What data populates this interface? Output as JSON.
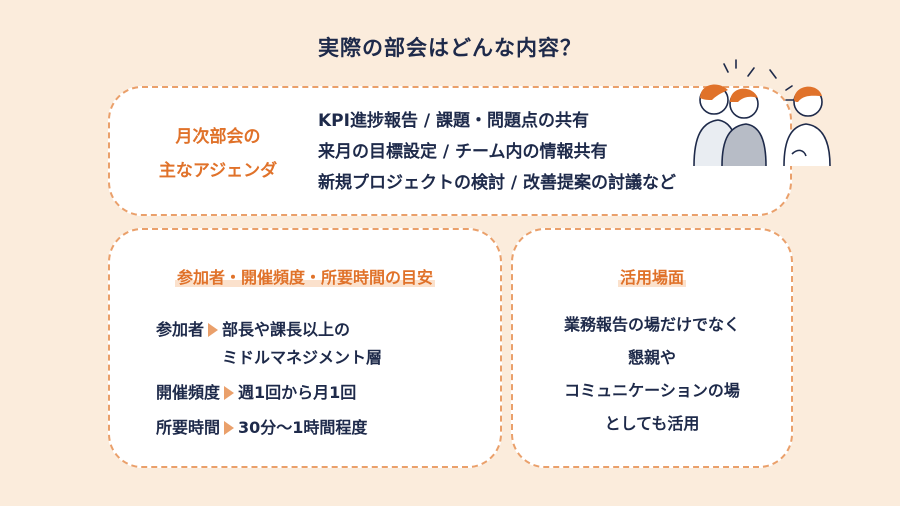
{
  "title": "実際の部会はどんな内容？",
  "agenda": {
    "label_line1": "月次部会の",
    "label_line2": "主なアジェンダ",
    "items": [
      "KPI進捗報告 / 課題・問題点の共有",
      "来月の目標設定 / チーム内の情報共有",
      "新規プロジェクトの検討 / 改善提案の討議など"
    ]
  },
  "participants": {
    "heading": "参加者・開催頻度・所要時間の目安",
    "rows": [
      {
        "key": "参加者",
        "value_line1": "部長や課長以上の",
        "value_line2": "ミドルマネジメント層"
      },
      {
        "key": "開催頻度",
        "value_line1": "週1回から月1回"
      },
      {
        "key": "所要時間",
        "value_line1": "30分〜1時間程度"
      }
    ]
  },
  "usage": {
    "heading": "活用場面",
    "lines": [
      "業務報告の場だけでなく",
      "懇親や",
      "コミュニケーションの場",
      "としても活用"
    ]
  },
  "colors": {
    "accent": "#e0722a",
    "border": "#eaa06b",
    "background": "#fbecdc",
    "text": "#1e2a4a"
  }
}
